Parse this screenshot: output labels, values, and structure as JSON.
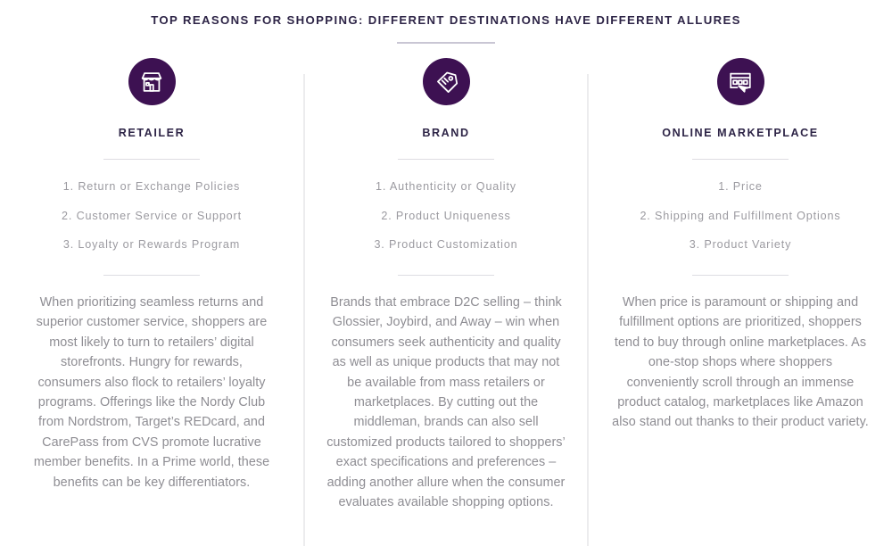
{
  "header": {
    "title": "Top Reasons for Shopping: Different Destinations Have Different Allures"
  },
  "theme": {
    "icon_circle_color": "#3d1152",
    "heading_color": "#2e2547",
    "body_text_color": "#8e8d93",
    "rule_color": "#dddce2",
    "divider_color": "#ececee",
    "background": "#ffffff"
  },
  "columns": [
    {
      "icon": "storefront-icon",
      "heading": "Retailer",
      "reasons": [
        "1. Return or Exchange Policies",
        "2. Customer Service or Support",
        "3. Loyalty or Rewards Program"
      ],
      "body": "When prioritizing seamless returns and superior customer service, shoppers are most likely to turn to retailers’ digital storefronts. Hungry for rewards, consumers also flock to retailers’ loyalty programs. Offerings like the Nordy Club from Nordstrom, Target’s REDcard, and CarePass from CVS promote lucrative member benefits. In a Prime world, these benefits can be key differentiators."
    },
    {
      "icon": "price-tag-icon",
      "heading": "Brand",
      "reasons": [
        "1. Authenticity or Quality",
        "2. Product Uniqueness",
        "3. Product Customization"
      ],
      "body": "Brands that embrace D2C selling – think Glossier, Joybird, and Away – win when consumers seek authenticity and quality as well as unique products that may not be available from mass retailers or marketplaces. By cutting out the middleman, brands can also sell customized products tailored to shoppers’ exact specifications and preferences – adding another allure when the consumer evaluates available shopping options."
    },
    {
      "icon": "browser-window-icon",
      "heading": "Online Marketplace",
      "reasons": [
        "1. Price",
        "2. Shipping and Fulfillment Options",
        "3. Product Variety"
      ],
      "body": "When price is paramount or shipping and fulfillment options are prioritized, shoppers tend to buy through online marketplaces. As one-stop shops where shoppers conveniently scroll through an immense product catalog, marketplaces like Amazon also stand out thanks to their product variety."
    }
  ]
}
